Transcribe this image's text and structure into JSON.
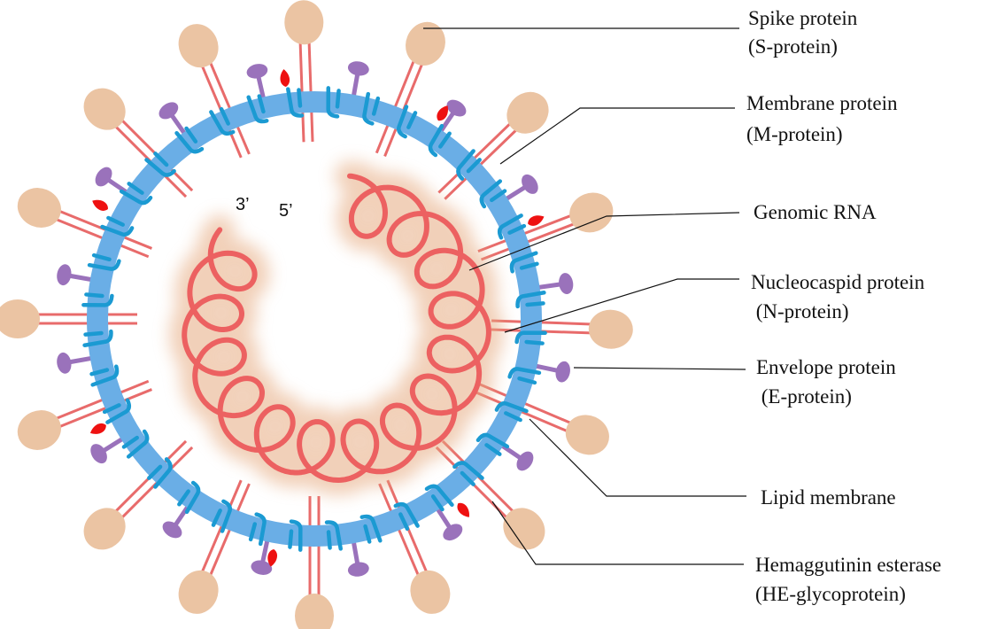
{
  "labels": [
    {
      "id": "spike",
      "line1": "Spike protein",
      "line2": "(S-protein)"
    },
    {
      "id": "membrane",
      "line1": "Membrane protein",
      "line2": "(M-protein)"
    },
    {
      "id": "rna",
      "line1": "Genomic RNA",
      "line2": ""
    },
    {
      "id": "nucleocapsid",
      "line1": "Nucleocaspid protein",
      "line2": " (N-protein)"
    },
    {
      "id": "envelope",
      "line1": "Envelope protein",
      "line2": " (E-protein)"
    },
    {
      "id": "lipid",
      "line1": "Lipid membrane",
      "line2": ""
    },
    {
      "id": "he",
      "line1": "Hemaggutinin esterase",
      "line2": "(HE-glycoprotein)"
    }
  ],
  "rna_ends": {
    "three_prime": "3’",
    "five_prime": "5’"
  },
  "colors": {
    "membrane": "#6aaee6",
    "spike_head": "#ebc4a3",
    "spike_stalk": "#e86b6b",
    "m_protein": "#1b9ad2",
    "e_protein": "#9a72bb",
    "he_protein": "#ee1111",
    "rna": "#ec6161",
    "rna_glow": "#e6aa80",
    "line": "#111111"
  }
}
